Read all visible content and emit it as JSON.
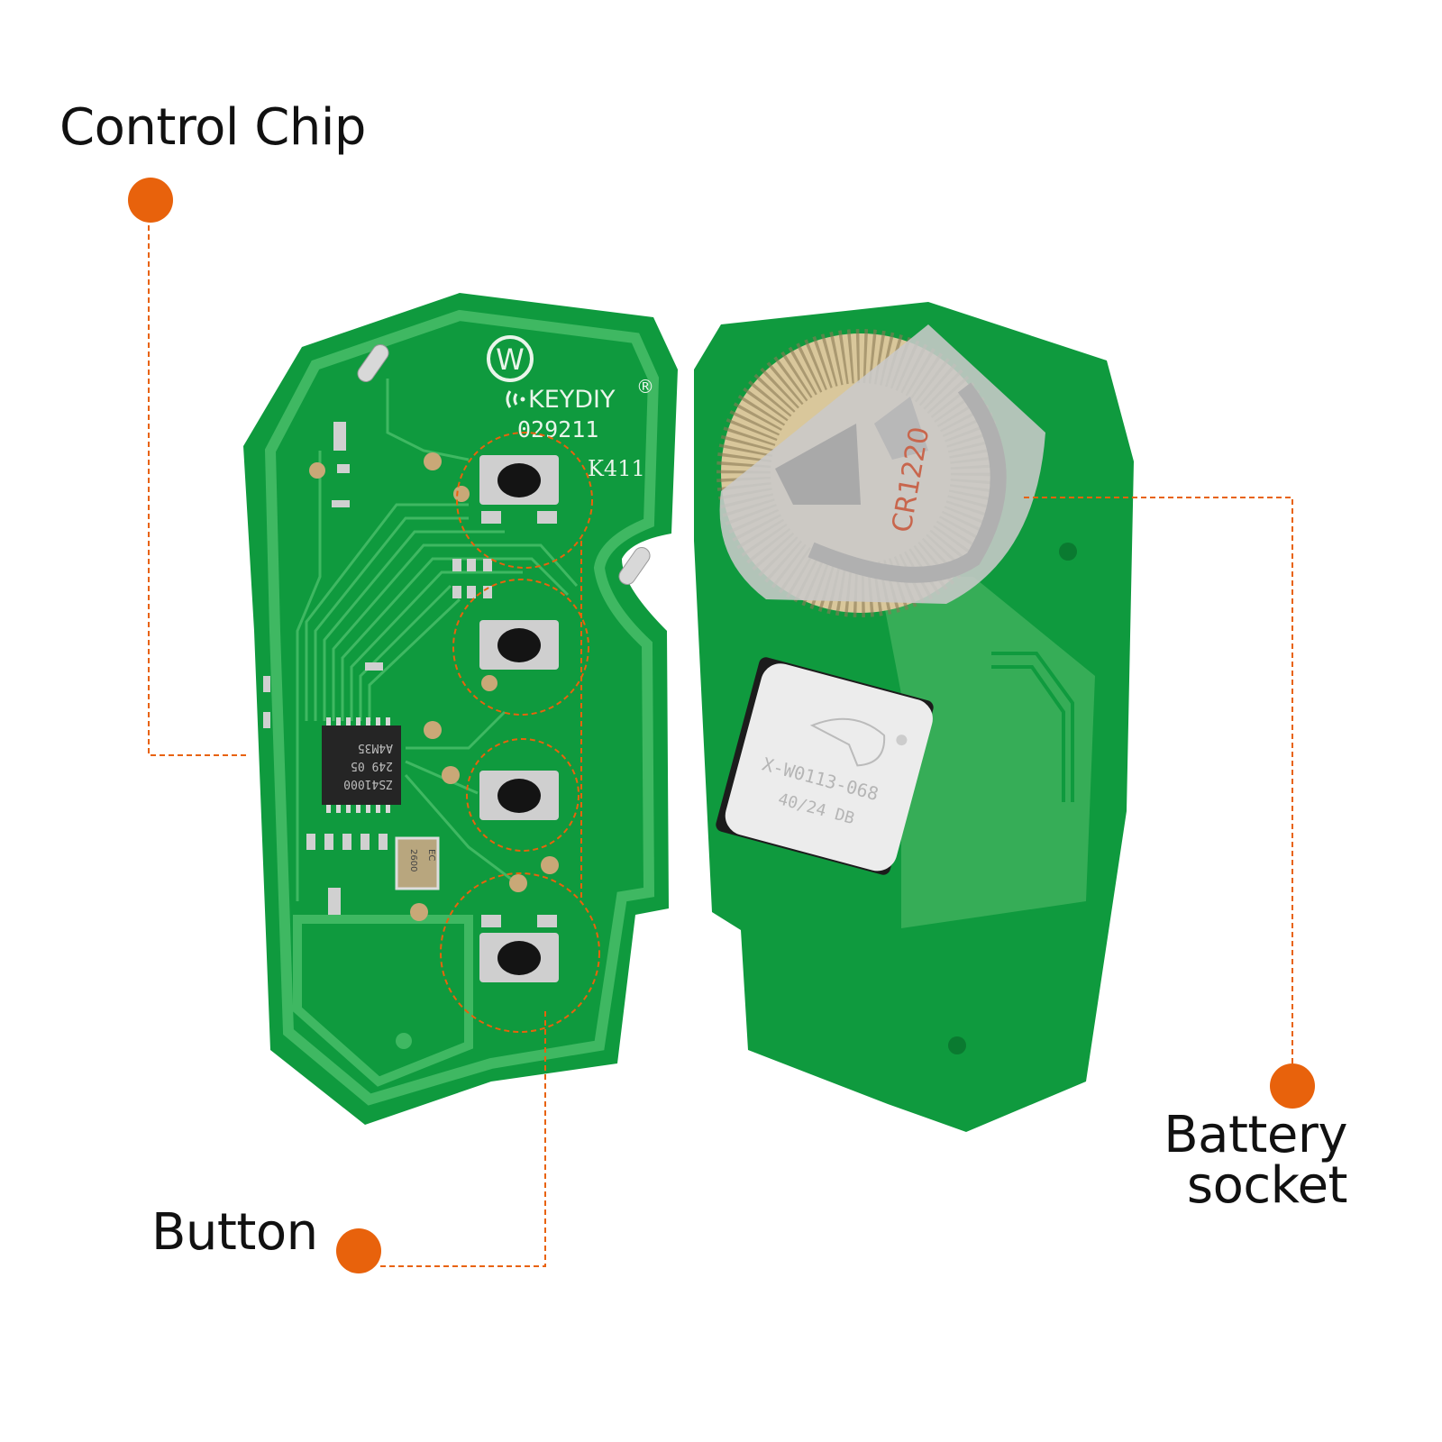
{
  "callouts": {
    "control_chip": "Control Chip",
    "button": "Button",
    "battery_line1": "Battery",
    "battery_line2": "socket"
  },
  "pcb_front": {
    "brand": "KEYDIY",
    "registered": "®",
    "logo_letter": "W",
    "serial": "029211",
    "model": "K411",
    "chip_text": [
      "ZS41000",
      "249 05",
      "A4M35"
    ],
    "crystal_text": [
      "EC",
      "2600"
    ]
  },
  "pcb_back": {
    "battery_text": "CR1220",
    "module_line1": "X-W0113-068",
    "module_line2": "40/24 DB"
  },
  "colors": {
    "accent": "#e8620c",
    "pcb_green": "#0f9a3e",
    "trace_green": "#38b25a"
  }
}
